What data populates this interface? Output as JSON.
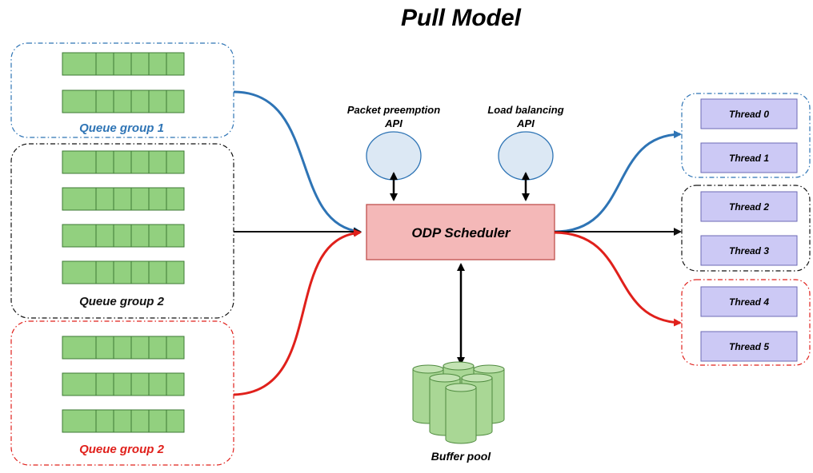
{
  "title": "Pull Model",
  "queue_groups": [
    {
      "label": "Queue group 1",
      "color": "#2e74b5",
      "queues": 2
    },
    {
      "label": "Queue group 2",
      "color": "#111111",
      "queues": 4
    },
    {
      "label": "Queue group 2",
      "color": "#e0201b",
      "queues": 3
    }
  ],
  "apis": [
    {
      "label_line1": "Packet preemption",
      "label_line2": "API"
    },
    {
      "label_line1": "Load balancing",
      "label_line2": "API"
    }
  ],
  "scheduler": {
    "label": "ODP Scheduler"
  },
  "buffer_pool": {
    "label": "Buffer pool"
  },
  "threads": [
    "Thread 0",
    "Thread 1",
    "Thread 2",
    "Thread 3",
    "Thread 4",
    "Thread 5"
  ],
  "colors": {
    "blue": "#2e74b5",
    "black": "#111111",
    "red": "#e0201b",
    "queue_fill": "#92d07f",
    "scheduler_fill": "#f4b8b8",
    "thread_fill": "#ccc9f5",
    "api_fill": "#dce8f4",
    "cylinder_fill": "#a9d795"
  }
}
